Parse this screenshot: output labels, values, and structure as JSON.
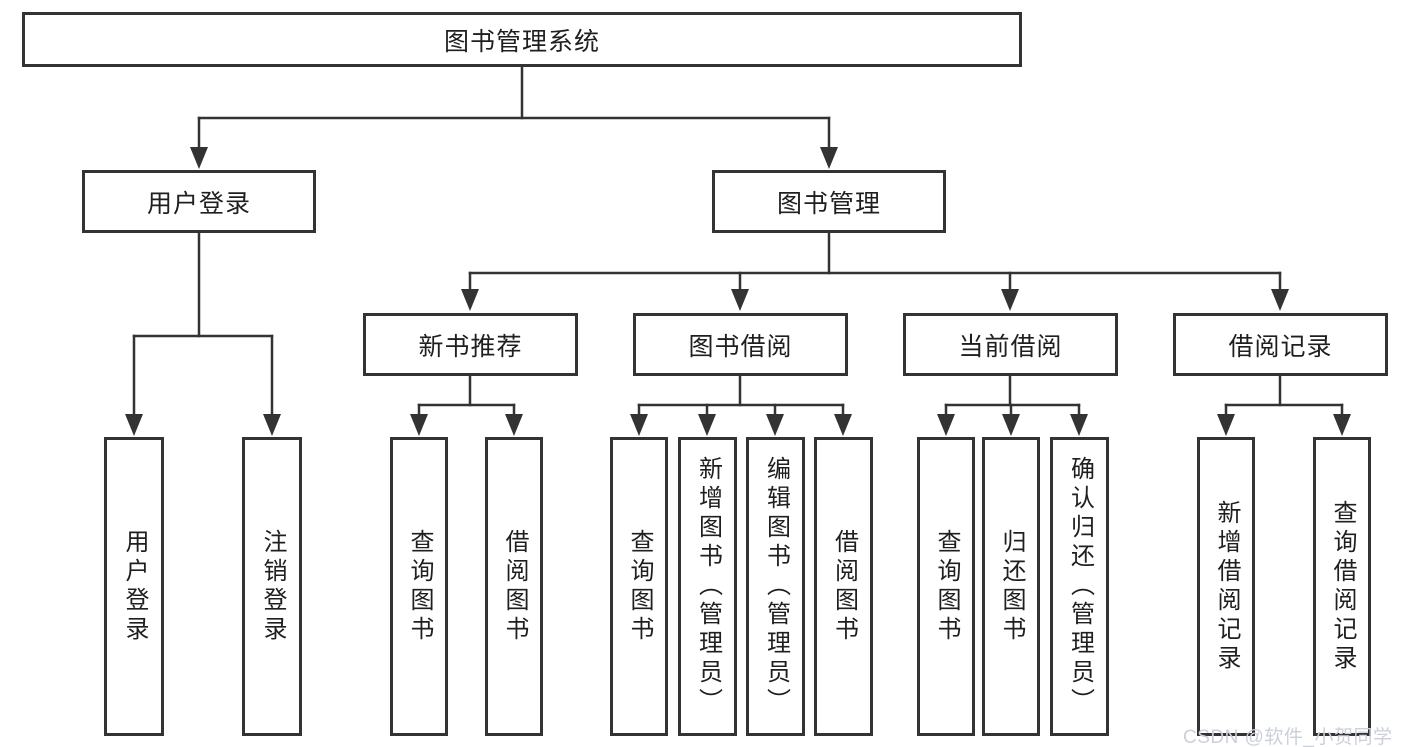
{
  "tree": {
    "root": {
      "label": "图书管理系统"
    },
    "branches": [
      {
        "label": "用户登录",
        "children": [
          {
            "label": "用户登录"
          },
          {
            "label": "注销登录"
          }
        ]
      },
      {
        "label": "图书管理",
        "children": [
          {
            "label": "新书推荐",
            "children": [
              {
                "label": "查询图书"
              },
              {
                "label": "借阅图书"
              }
            ]
          },
          {
            "label": "图书借阅",
            "children": [
              {
                "label": "查询图书"
              },
              {
                "label": "新增图书（管理员）"
              },
              {
                "label": "编辑图书（管理员）"
              },
              {
                "label": "借阅图书"
              }
            ]
          },
          {
            "label": "当前借阅",
            "children": [
              {
                "label": "查询图书"
              },
              {
                "label": "归还图书"
              },
              {
                "label": "确认归还（管理员）"
              }
            ]
          },
          {
            "label": "借阅记录",
            "children": [
              {
                "label": "新增借阅记录"
              },
              {
                "label": "查询借阅记录"
              }
            ]
          }
        ]
      }
    ]
  },
  "watermark": "CSDN @软件_小贺同学",
  "colors": {
    "line": "#333333",
    "text": "#1f1f1f",
    "watermark": "#ccd0d8",
    "bg": "#ffffff"
  }
}
